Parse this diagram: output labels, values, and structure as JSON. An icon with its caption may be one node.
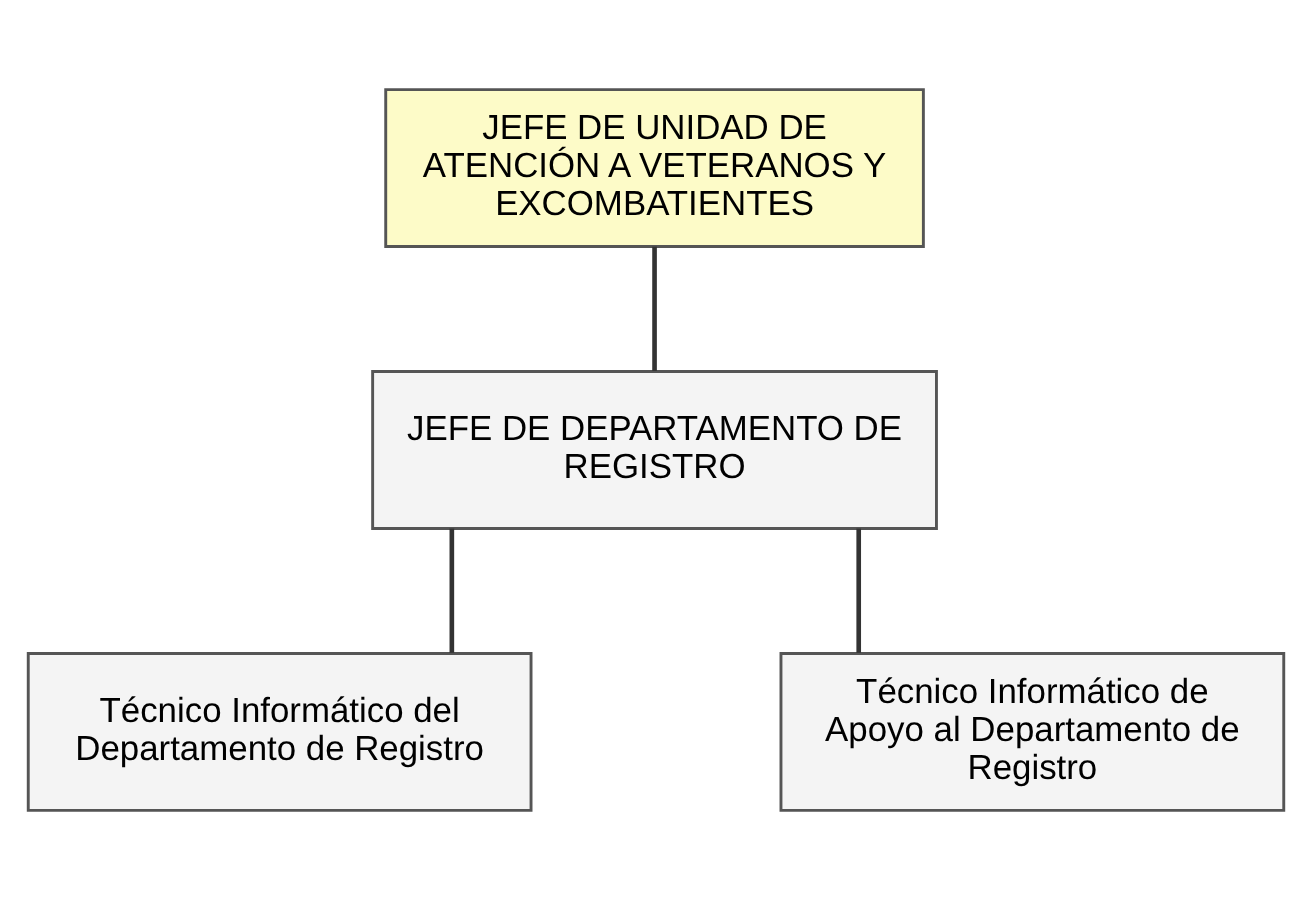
{
  "diagram": {
    "nodes": [
      {
        "text": [
          "JEFE DE UNIDAD DE ATENCIÓN A VETERANOS Y EXCOMBATIENTES"
        ]
      },
      {
        "text": [
          "JEFE DE DEPARTAMENTO DE REGISTRO"
        ]
      },
      {
        "text": [
          "Técnico Informático del Departamento de Registro"
        ]
      },
      {
        "text": [
          "Técnico Informático de Apoyo al Departamento de Registro"
        ]
      }
    ],
    "edges": [
      {
        "from": 0,
        "to": 1,
        "arrow": "none"
      },
      {
        "from": 1,
        "to": 2,
        "arrow": "none"
      },
      {
        "from": 1,
        "to": 3,
        "arrow": "none"
      }
    ]
  }
}
